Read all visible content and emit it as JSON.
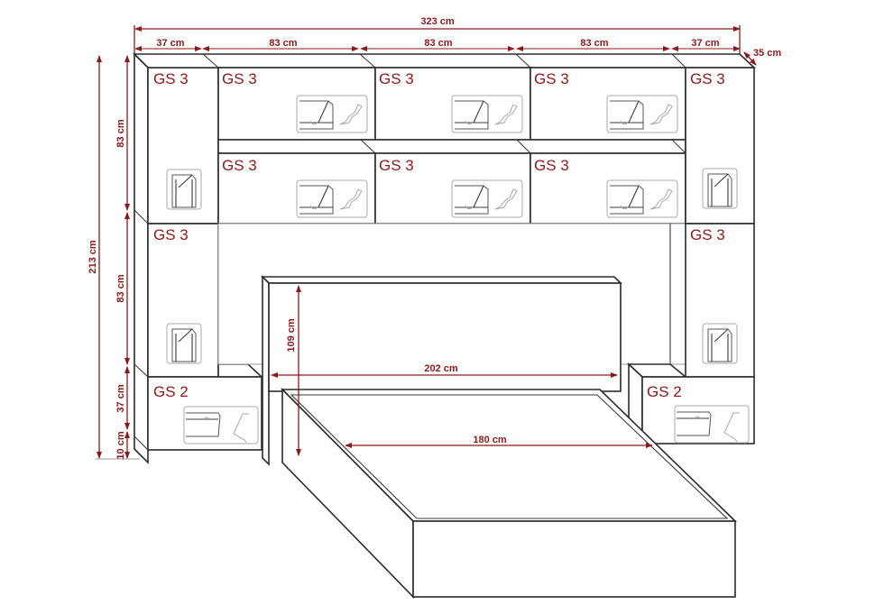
{
  "diagram": {
    "type": "furniture-dimension-drawing",
    "colors": {
      "dimension": "#8b1a1a",
      "outline": "#2b2b2b",
      "background": "#ffffff"
    },
    "dimensions": {
      "total_width": "323 cm",
      "segment_widths": [
        "37 cm",
        "83 cm",
        "83 cm",
        "83 cm",
        "37 cm"
      ],
      "depth": "35 cm",
      "total_height": "213 cm",
      "segment_heights": [
        "83 cm",
        "83 cm",
        "37 cm",
        "10 cm"
      ],
      "headboard_height": "109 cm",
      "headboard_width": "202 cm",
      "mattress_width": "180 cm"
    },
    "modules": {
      "top_left": "GS 3",
      "top_row": [
        "GS 3",
        "GS 3",
        "GS 3"
      ],
      "top_right": "GS 3",
      "second_row": [
        "GS 3",
        "GS 3",
        "GS 3"
      ],
      "left_middle": "GS 3",
      "right_middle": "GS 3",
      "left_bottom": "GS 2",
      "right_bottom": "GS 2"
    },
    "icons": {
      "top_cabinet": [
        "flap-door-icon",
        "gas-strut-hinge-icon"
      ],
      "side_cabinet": [
        "door-icon"
      ],
      "nightstand": [
        "drawer-icon",
        "drawer-runner-icon"
      ]
    }
  }
}
